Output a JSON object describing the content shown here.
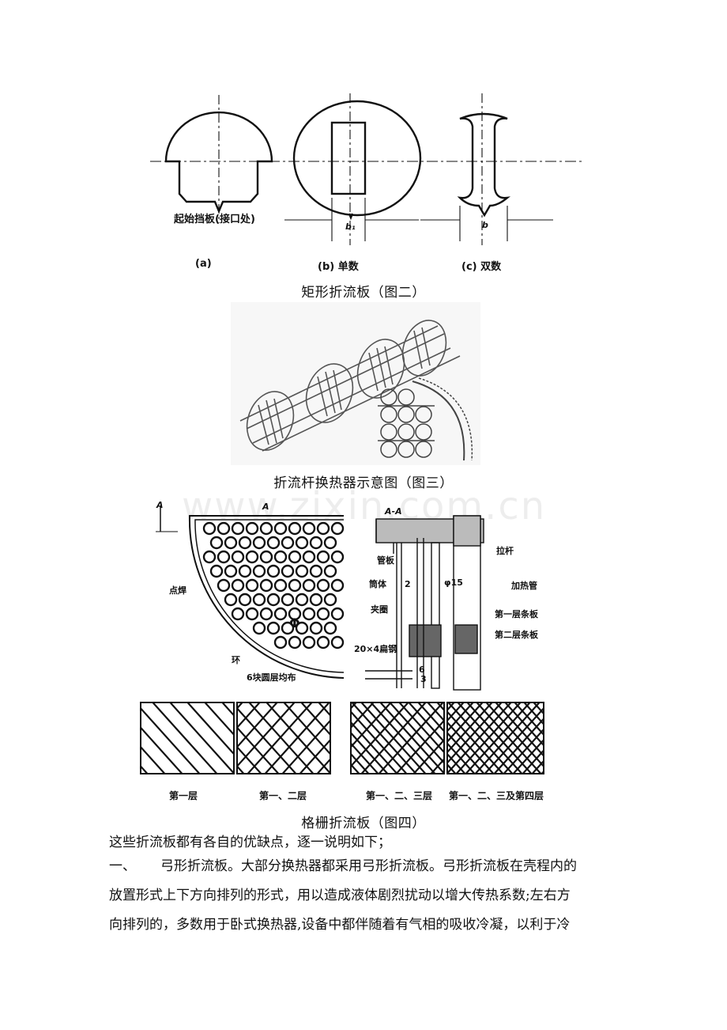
{
  "figure2": {
    "labels": {
      "a_note": "起始挡板(接口处)",
      "b1": "b₁",
      "b": "b",
      "panel_a": "(a)",
      "panel_b": "(b) 单数",
      "panel_c": "(c) 双数"
    },
    "caption": "矩形折流板（图二）"
  },
  "figure3": {
    "caption": "折流杆换热器示意图（图三）"
  },
  "watermark": "www.zixin.com.cn",
  "figure4": {
    "labels": {
      "A_left": "A",
      "A_top": "A",
      "dianhan": "点焊",
      "phi": "Φ",
      "flat_steel": "20×4扁钢",
      "ring": "环",
      "six_blocks": "6块圆层均布",
      "section": "A-A",
      "guanban": "管板",
      "tongti": "筒体",
      "two": "2",
      "phi15": "φ15",
      "jiaquan": "夹圈",
      "six": "6",
      "three": "3",
      "lagan": "拉杆",
      "jiare": "加热管",
      "layer1_strip": "第一层条板",
      "layer2_strip": "第二层条板"
    },
    "layers": [
      "第一层",
      "第一、二层",
      "第一、二、三层",
      "第一、二、三及第四层"
    ],
    "caption": "格栅折流板（图四）"
  },
  "body": {
    "intro": "这些折流板都有各自的优缺点，逐一说明如下；",
    "item1_num": "一、",
    "item1_line1": "弓形折流板。大部分换热器都采用弓形折流板。弓形折流板在壳程内的",
    "line2": "放置形式上下方向排列的形式，用以造成液体剧烈扰动以增大传热系数;左右方",
    "line3": "向排列的，多数用于卧式换热器,设备中都伴随着有气相的吸收冷凝，以利于冷"
  }
}
